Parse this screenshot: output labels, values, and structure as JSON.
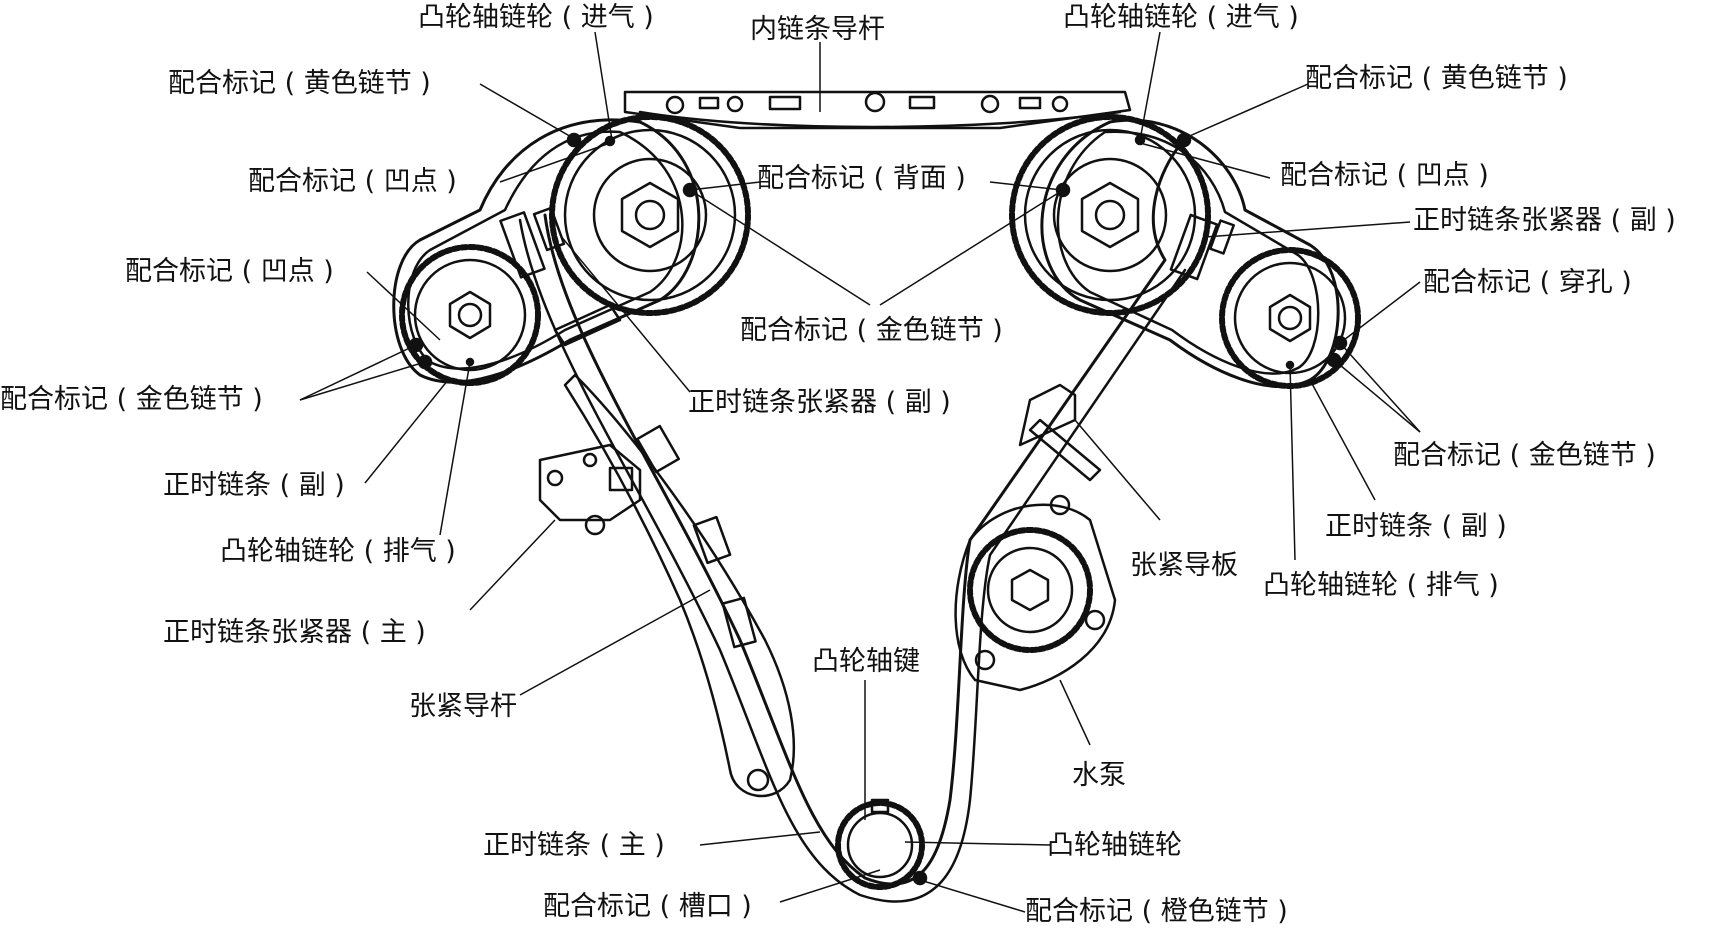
{
  "labels": {
    "cam_sprocket_intake_left": "凸轮轴链轮 ( 进气 )",
    "inner_chain_guide": "内链条导杆",
    "cam_sprocket_intake_right": "凸轮轴链轮 ( 进气 )",
    "mark_yellow_left": "配合标记 ( 黄色链节 )",
    "mark_yellow_right": "配合标记 ( 黄色链节 )",
    "mark_dimple_upper_left": "配合标记 ( 凹点 )",
    "mark_back": "配合标记 ( 背面 )",
    "mark_dimple_right": "配合标记 ( 凹点 )",
    "tensioner_sub_upper_right": "正时链条张紧器 ( 副 )",
    "mark_dimple_left": "配合标记 ( 凹点 )",
    "mark_hole_right": "配合标记 ( 穿孔 )",
    "mark_gold_center": "配合标记 ( 金色链节 )",
    "mark_gold_left": "配合标记 ( 金色链节 )",
    "tensioner_sub_center": "正时链条张紧器 ( 副 )",
    "mark_gold_right": "配合标记 ( 金色链节 )",
    "timing_chain_sub_left": "正时链条 ( 副 )",
    "timing_chain_sub_right": "正时链条 ( 副 )",
    "cam_sprocket_exhaust_left": "凸轮轴链轮 ( 排气 )",
    "tension_guide_plate": "张紧导板",
    "cam_sprocket_exhaust_right": "凸轮轴链轮 ( 排气 )",
    "tensioner_main": "正时链条张紧器 ( 主 )",
    "camshaft_key": "凸轮轴键",
    "tension_guide_rod": "张紧导杆",
    "water_pump": "水泵",
    "timing_chain_main": "正时链条 ( 主 )",
    "cam_sprocket_bottom": "凸轮轴链轮",
    "mark_notch": "配合标记 ( 槽口 )",
    "mark_orange": "配合标记 ( 橙色链节 )"
  }
}
